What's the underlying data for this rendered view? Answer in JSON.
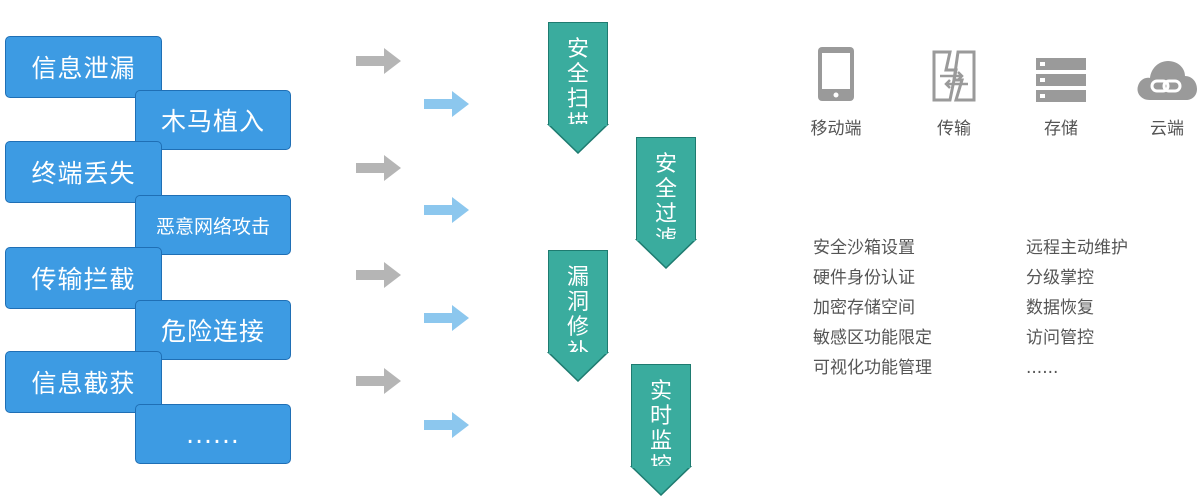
{
  "threats": [
    {
      "label": "信息泄漏"
    },
    {
      "label": "木马植入"
    },
    {
      "label": "终端丢失"
    },
    {
      "label": "恶意网络攻击"
    },
    {
      "label": "传输拦截"
    },
    {
      "label": "危险连接"
    },
    {
      "label": "信息截获"
    },
    {
      "label": "......"
    }
  ],
  "defenses": [
    {
      "chars": [
        "安",
        "全",
        "扫",
        "描"
      ]
    },
    {
      "chars": [
        "安",
        "全",
        "过",
        "滤"
      ]
    },
    {
      "chars": [
        "漏",
        "洞",
        "修",
        "补"
      ]
    },
    {
      "chars": [
        "实",
        "时",
        "监",
        "控"
      ]
    }
  ],
  "categories": [
    {
      "icon": "mobile-phone-icon",
      "label": "移动端"
    },
    {
      "icon": "transfer-icon",
      "label": "传输"
    },
    {
      "icon": "storage-icon",
      "label": "存储"
    },
    {
      "icon": "cloud-link-icon",
      "label": "云端"
    }
  ],
  "features_left": [
    "安全沙箱设置",
    "硬件身份认证",
    "加密存储空间",
    "敏感区功能限定",
    "可视化功能管理"
  ],
  "features_right": [
    "远程主动维护",
    "分级掌控",
    "数据恢复",
    "访问管控",
    "......"
  ],
  "colors": {
    "threat_fill": "#3d9be3",
    "threat_border": "#1f6fb5",
    "shield_fill": "#3aac9e",
    "shield_border": "#1e7b70",
    "arrow_gray": "#b5b5b5",
    "arrow_blue": "#8cc7ee",
    "icon_gray": "#9a9a9a"
  }
}
